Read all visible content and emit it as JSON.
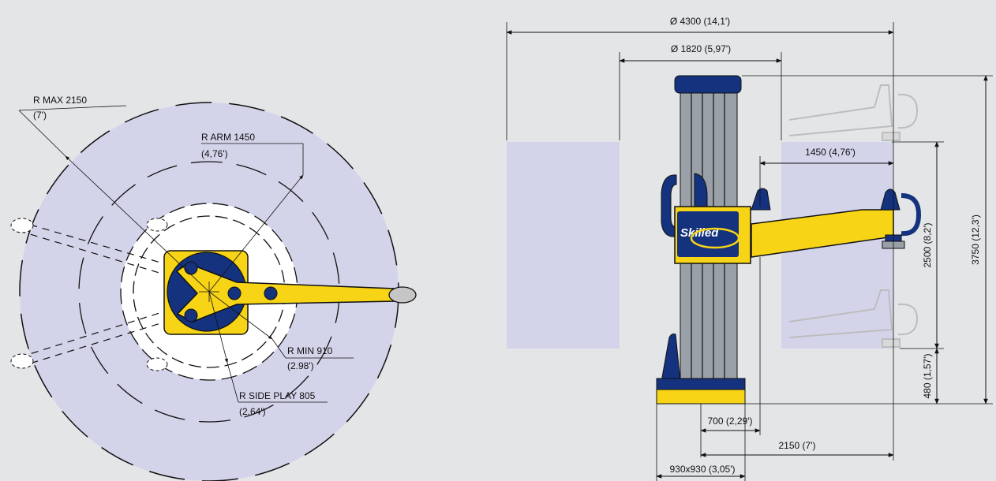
{
  "colors": {
    "background": "#e4e5e7",
    "zone": "#d3d4ea",
    "navy": "#14327d",
    "yellow": "#f7d416",
    "steel": "#9aa0a8",
    "ghost": "#c9c9c9"
  },
  "plan_view": {
    "r_max": "R MAX 2150",
    "r_max_ft": "(7')",
    "r_arm": "R ARM 1450",
    "r_arm_ft": "(4,76')",
    "r_min": "R MIN 910",
    "r_min_ft": "(2.98')",
    "r_side_play": "R SIDE PLAY 805",
    "r_side_play_ft": "(2.64')"
  },
  "elevation_view": {
    "diameter_outer": "Ø 4300 (14,1')",
    "diameter_inner": "Ø 1820 (5,97')",
    "arm_reach": "1450 (4,76')",
    "total_height": "3750 (12,3')",
    "lift_height": "2500 (8,2')",
    "min_height": "480 (1,57')",
    "column_offset": "700 (2,29')",
    "max_reach": "2150 (7')",
    "base_size": "930x930 (3,05')",
    "brand_logo": "Skilled"
  }
}
